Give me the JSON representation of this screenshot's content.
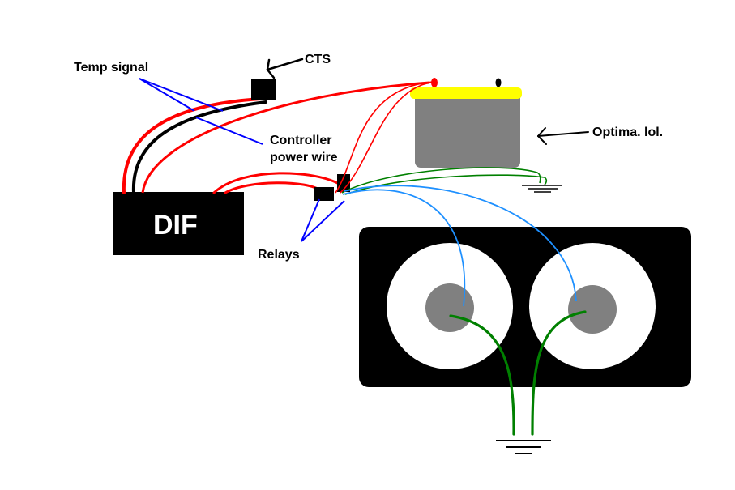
{
  "labels": {
    "temp_signal": "Temp signal",
    "cts": "CTS",
    "controller_power_line1": "Controller",
    "controller_power_line2": "power wire",
    "optima": "Optima. lol.",
    "relays": "Relays",
    "dif": "DIF"
  },
  "colors": {
    "background": "#ffffff",
    "power_wire": "#ff0000",
    "ground_wire": "#008000",
    "signal_wire": "#1e90ff",
    "pointer_lines": "#0000ff",
    "battery_body": "#808080",
    "battery_top": "#ffff00",
    "radiator_body": "#000000",
    "fan_ring": "#ffffff",
    "fan_hub": "#808080",
    "component_fill": "#000000"
  },
  "icons": [
    "ground-symbol",
    "battery-positive-terminal",
    "battery-negative-terminal",
    "arrow-pointer"
  ]
}
